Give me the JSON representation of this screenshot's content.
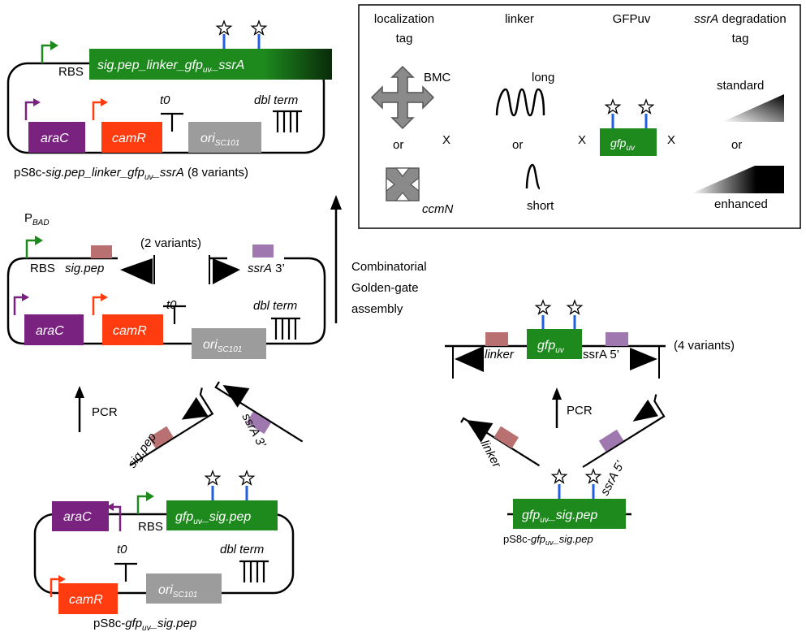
{
  "colors": {
    "green": "#1e8a1e",
    "purple": "#7a2280",
    "red": "#ff3b10",
    "gray": "#9c9c9c",
    "blue_stem": "#1f5fe0",
    "tag_pink": "#b87070",
    "tag_lavender": "#a078b0"
  },
  "legend": {
    "col_localization_line1": "localization",
    "col_localization_line2": "tag",
    "col_linker": "linker",
    "col_gfpuv": "GFPuv",
    "col_ssra_italic": "ssrA",
    "col_ssra_rest": " degradation",
    "col_ssra_line2": "tag",
    "bmc": "BMC",
    "ccmn": "ccmN",
    "long": "long",
    "short": "short",
    "standard": "standard",
    "enhanced": "enhanced",
    "or": "or",
    "times": "X",
    "gfp_base": "gfp",
    "gfp_sub": "uv"
  },
  "top_plasmid": {
    "gene_prefix": "sig.pep_linker_gfp",
    "gene_sub": "uv",
    "gene_suffix": "_ssrA",
    "rbs": "RBS",
    "arac": "araC",
    "camr": "camR",
    "t0": "t0",
    "dbl_term": "dbl term",
    "ori": "ori",
    "ori_sub": "SC101",
    "caption_prefix": "pS8c-",
    "caption_italic": "sig.pep_linker_gfp",
    "caption_sub": "uv",
    "caption_italic2": "_ssrA",
    "caption_suffix": " (8 variants)"
  },
  "mid_plasmid": {
    "pbad": "P",
    "pbad_sub": "BAD",
    "rbs": "RBS",
    "sigpep": "sig.pep",
    "variants": "(2 variants)",
    "ssra": "ssrA",
    "ssra_suffix": " 3’",
    "arac": "araC",
    "camr": "camR",
    "t0": "t0",
    "dbl_term": "dbl term",
    "ori": "ori",
    "ori_sub": "SC101"
  },
  "assembly": {
    "line1": "Combinatorial",
    "line2": "Golden-gate",
    "line3": "assembly"
  },
  "pcr_left": {
    "pcr": "PCR",
    "sigpep": "sig.pep",
    "ssra": "ssrA 3’"
  },
  "bottom_plasmid": {
    "arac": "araC",
    "rbs": "RBS",
    "gene_prefix": "gfp",
    "gene_sub": "uv",
    "gene_suffix": "_sig.pep",
    "t0": "t0",
    "dbl_term": "dbl term",
    "camr": "camR",
    "ori": "ori",
    "ori_sub": "SC101",
    "caption_prefix": "pS8c-",
    "caption_italic": "gfp",
    "caption_sub": "uv",
    "caption_italic2": "_sig.pep"
  },
  "right_fragment": {
    "linker": "linker",
    "gfp": "gfp",
    "gfp_sub": "uv",
    "ssra": "ssrA 5’",
    "variants": "(4 variants)"
  },
  "pcr_right": {
    "pcr": "PCR",
    "linker": "linker",
    "ssra": "ssrA 5’",
    "gene_prefix": "gfp",
    "gene_sub": "uv",
    "gene_suffix": "_sig.pep",
    "caption_prefix": "pS8c-",
    "caption_italic": "gfp",
    "caption_sub": "uv",
    "caption_italic2": "_sig.pep"
  }
}
